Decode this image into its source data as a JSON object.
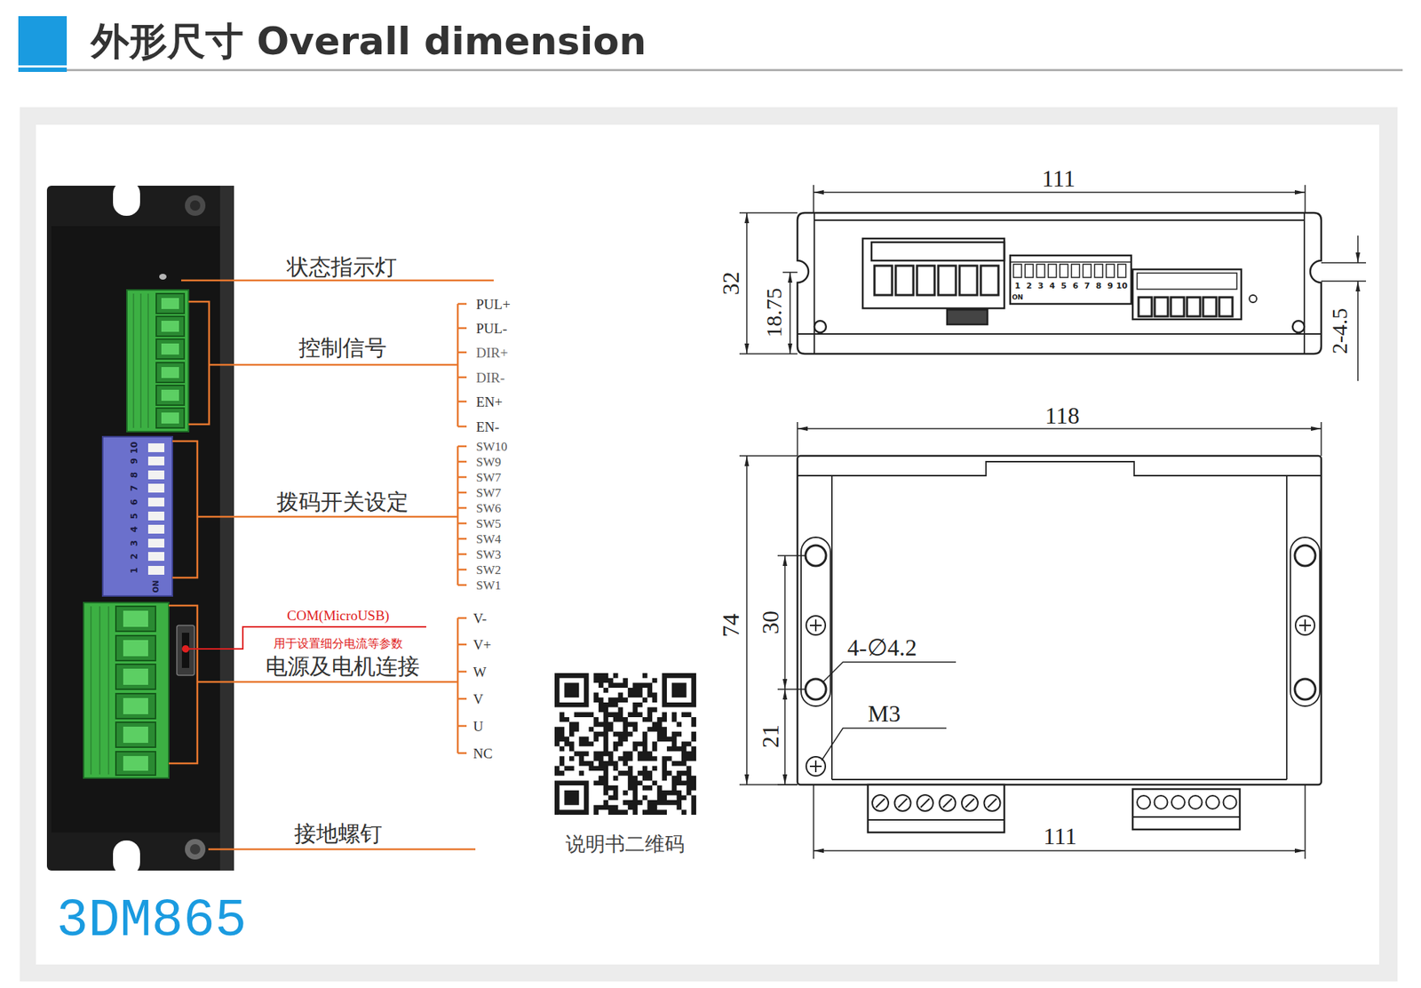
{
  "diagram": {
    "title": "外形尺寸 Overall dimension",
    "labels": [
      "状态指示灯",
      "控制信号",
      "PUL+",
      "PUL-",
      "DIR+",
      "DIR-",
      "EN+",
      "EN-",
      "拨码开关设定",
      "SW10",
      "SW9",
      "SW7",
      "SW7",
      "SW6",
      "SW5",
      "SW4",
      "SW3",
      "SW2",
      "SW1",
      "COM(MicroUSB)",
      "用于设置细分电流等参数",
      "电源及电机连接",
      "V-",
      "V+",
      "W",
      "V",
      "U",
      "NC",
      "接地螺钉",
      "3DM865",
      "说明书二维码",
      "111",
      "32",
      "18.75",
      "2-4.5",
      "118",
      "74",
      "30",
      "21",
      "4-∅4.2",
      "M3",
      "111",
      "1",
      "2",
      "3",
      "4",
      "5",
      "6",
      "7",
      "8",
      "9",
      "10",
      "ON",
      "1",
      "2",
      "3",
      "4",
      "5",
      "6",
      "7",
      "8",
      "9",
      "10",
      "ON"
    ]
  }
}
